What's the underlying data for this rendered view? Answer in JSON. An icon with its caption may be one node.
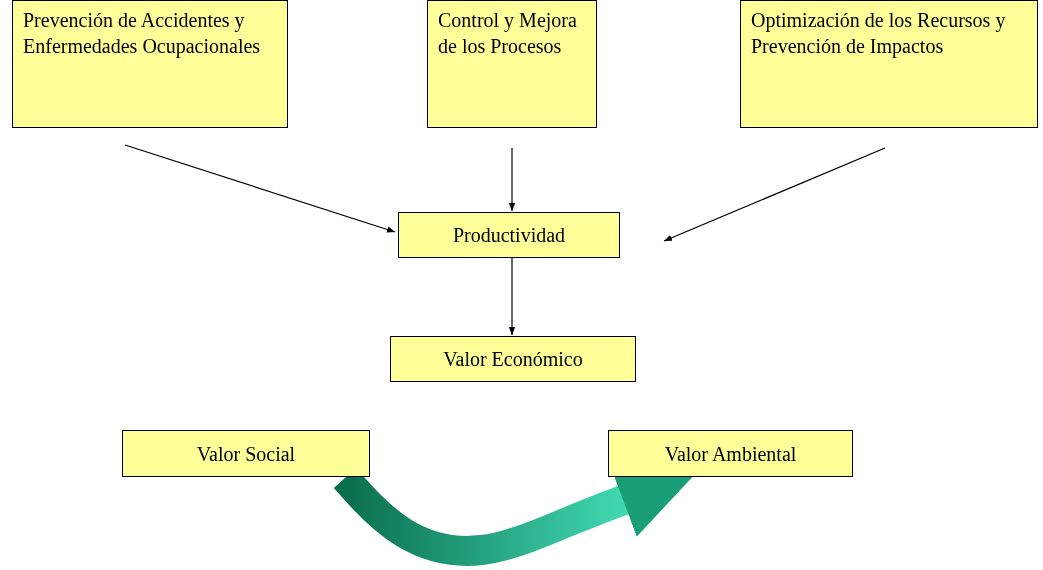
{
  "diagram": {
    "nodes": [
      {
        "text": [
          "Prevención de Accidentes y Enfermedades Ocupacionales"
        ]
      },
      {
        "text": [
          "Control y Mejora de los Procesos"
        ]
      },
      {
        "text": [
          "Optimización de los Recursos y Prevención de Impactos"
        ]
      },
      {
        "text": [
          "Productividad"
        ]
      },
      {
        "text": [
          "Valor Económico"
        ]
      },
      {
        "text": [
          "Valor Social"
        ]
      },
      {
        "text": [
          "Valor Ambiental"
        ]
      }
    ],
    "edges": [
      {
        "from": 0,
        "to": 3,
        "arrow": "to"
      },
      {
        "from": 1,
        "to": 3,
        "arrow": "to"
      },
      {
        "from": 2,
        "to": 3,
        "arrow": "to"
      },
      {
        "from": 3,
        "to": 4,
        "arrow": "to"
      },
      {
        "from": 5,
        "to": 6,
        "arrow": "to",
        "style": "thick",
        "color": "#1a9e78"
      }
    ]
  }
}
